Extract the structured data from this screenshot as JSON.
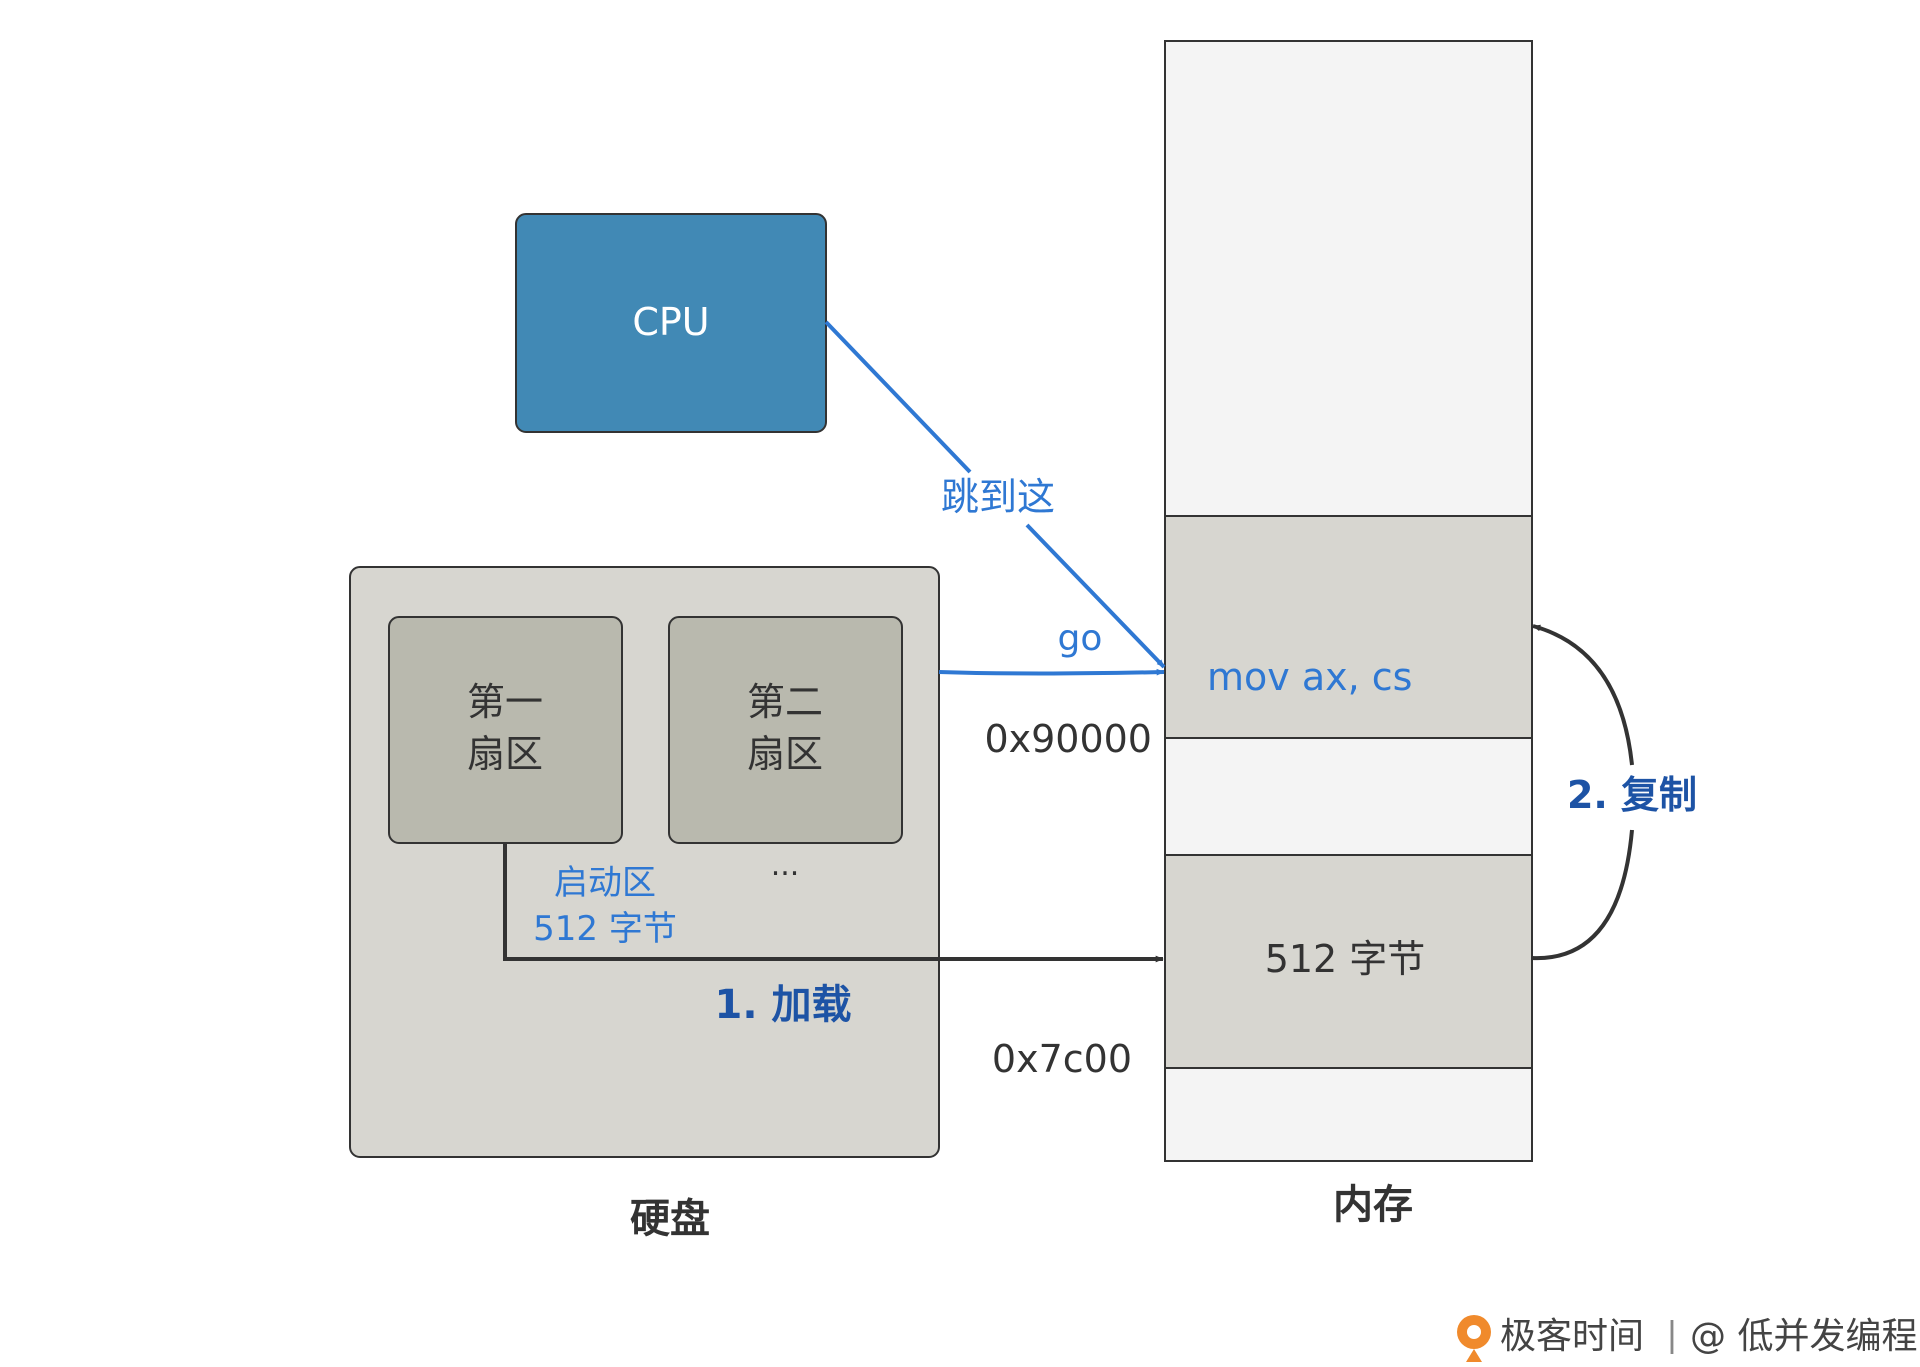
{
  "diagram": {
    "cpu_label": "CPU",
    "disk": {
      "caption": "硬盘",
      "sector1_line1": "第一",
      "sector1_line2": "扇区",
      "sector2_line1": "第二",
      "sector2_line2": "扇区",
      "ellipsis": "...",
      "boot_label_line1": "启动区",
      "boot_label_line2": "512 字节"
    },
    "memory": {
      "caption": "内存",
      "upper_block_text": "mov ax, cs",
      "lower_block_text": "512 字节",
      "addr_upper": "0x90000",
      "addr_lower": "0x7c00"
    },
    "arrows": {
      "jump_label": "跳到这",
      "go_label": "go",
      "load_label": "1. 加载",
      "copy_label": "2. 复制"
    },
    "watermark": {
      "brand": "极客时间",
      "separator": "|",
      "author": "@ 低并发编程"
    },
    "colors": {
      "cpu_fill": "#4189b5",
      "disk_fill": "#d7d6d0",
      "sector_fill": "#b9b9ae",
      "memory_fill": "#f4f4f4",
      "memory_block_fill": "#d7d6d0",
      "blue_label": "#2f78d3",
      "dark_blue_label": "#1d53a5",
      "arrow_blue": "#2f78d3",
      "arrow_dark": "#333333",
      "logo_orange": "#f08a2c"
    }
  }
}
